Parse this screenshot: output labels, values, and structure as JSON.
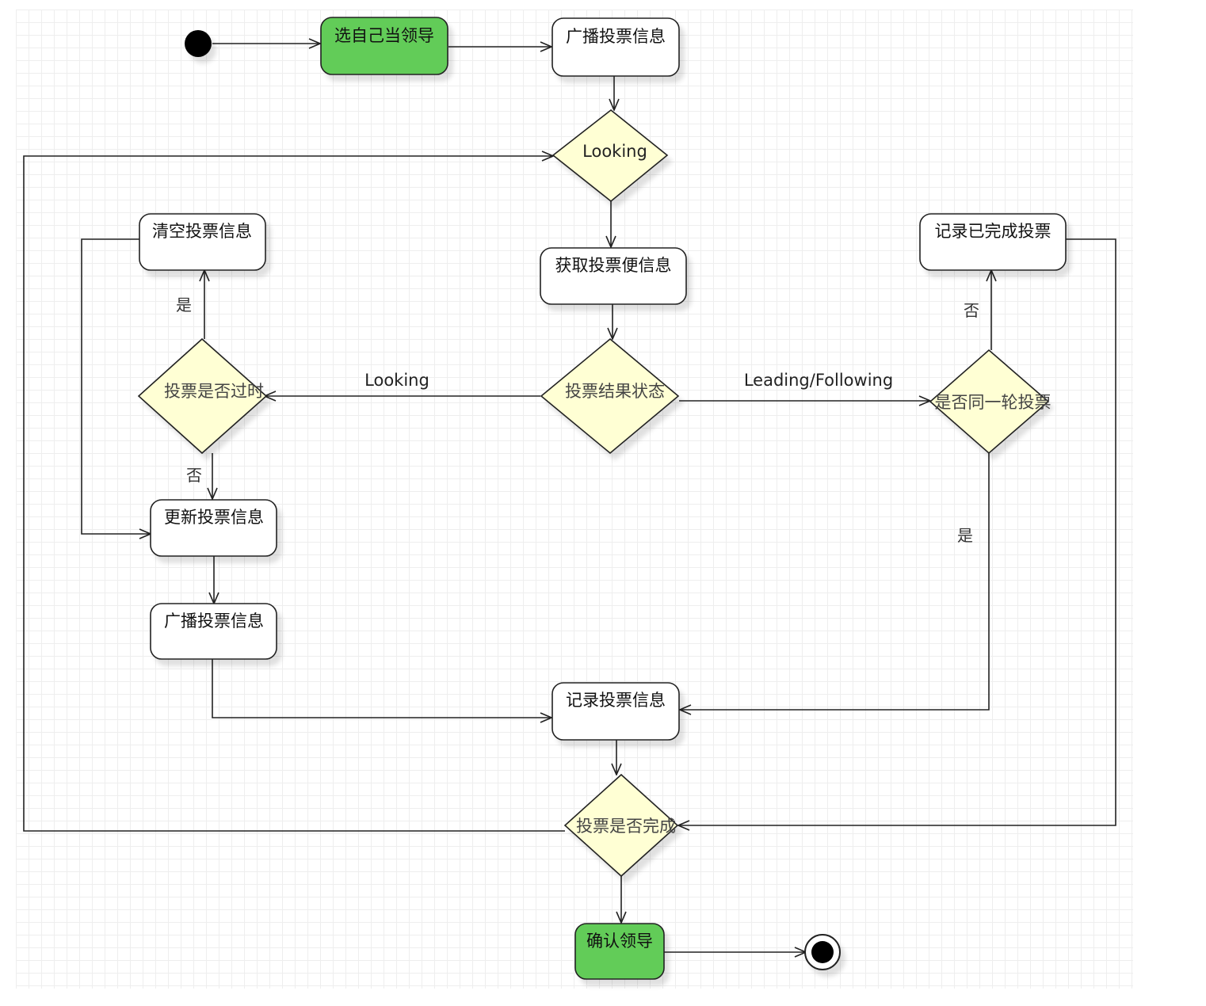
{
  "colors": {
    "start_end_fill": "#62cc58",
    "decision_fill": "#ffffd4",
    "activity_fill": "#ffffff",
    "line": "#222222"
  },
  "nodes": {
    "start_leader": "选自己当领导",
    "broadcast_top": "广播投票信息",
    "decision_looking": "Looking",
    "get_votes": "获取投票便信息",
    "clear_votes": "清空投票信息",
    "record_done": "记录已完成投票",
    "vote_expired": "投票是否过时",
    "vote_status": "投票结果状态",
    "same_round": "是否同一轮投票",
    "update_votes": "更新投票信息",
    "broadcast_bottom": "广播投票信息",
    "record_votes": "记录投票信息",
    "vote_complete": "投票是否完成",
    "confirm_leader": "确认领导"
  },
  "edge_labels": {
    "yes_left": "是",
    "no_left": "否",
    "no_right": "否",
    "yes_right": "是",
    "looking_left": "Looking",
    "leading_following": "Leading/Following"
  }
}
